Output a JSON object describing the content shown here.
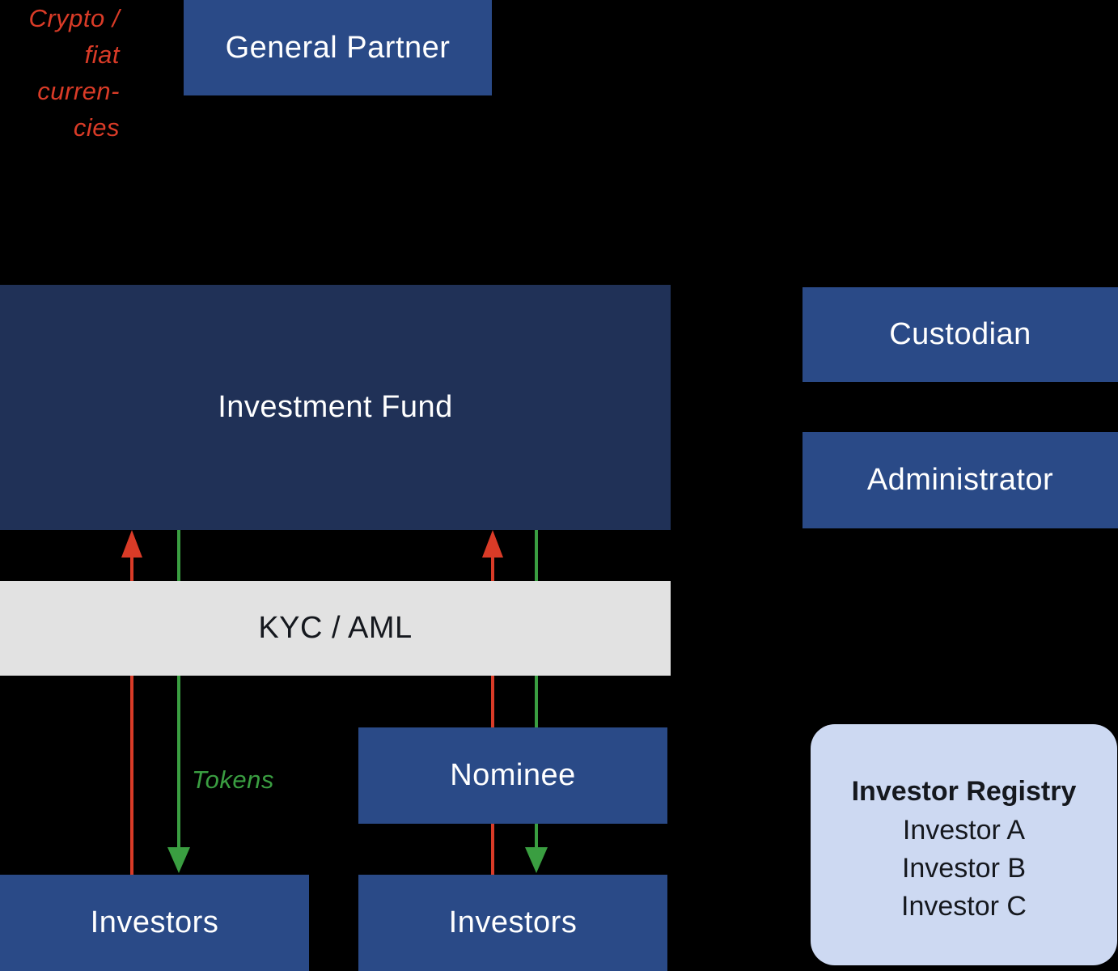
{
  "boxes": {
    "general_partner": {
      "label": "General Partner"
    },
    "investment_fund": {
      "label": "Investment Fund"
    },
    "custodian": {
      "label": "Custodian"
    },
    "administrator": {
      "label": "Administrator"
    },
    "kyc_aml": {
      "label": "KYC / AML"
    },
    "nominee": {
      "label": "Nominee"
    },
    "investors_left": {
      "label": "Investors"
    },
    "investors_right": {
      "label": "Investors"
    }
  },
  "registry": {
    "title": "Investor Registry",
    "entries": [
      "Investor A",
      "Investor B",
      "Investor C"
    ]
  },
  "flow_labels": {
    "crypto_line1": "Crypto /",
    "crypto_line2": "fiat curren-",
    "crypto_line3": "cies",
    "tokens": "Tokens"
  },
  "colors": {
    "box_blue": "#2a4a87",
    "fund_navy": "#203157",
    "kyc_gray": "#e2e2e2",
    "registry_blue": "#cdd9f2",
    "arrow_red": "#d93b27",
    "arrow_green": "#3a9e41",
    "connector_black": "#000000",
    "text_dark": "#15181e",
    "background": "#000000"
  }
}
